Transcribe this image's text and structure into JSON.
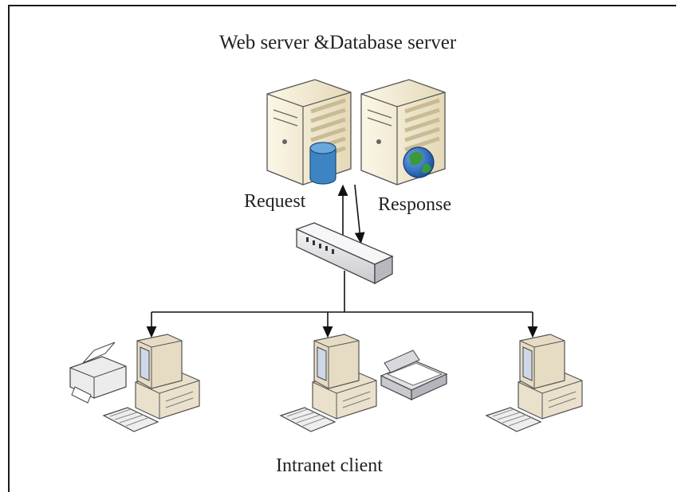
{
  "diagram": {
    "title": "Web server &Database server",
    "request_label": "Request",
    "response_label": "Response",
    "client_label": "Intranet client"
  },
  "colors": {
    "server_body": "#eee6cf",
    "server_side": "#d4c7a0",
    "database": "#3f84c2",
    "globe_land": "#3a9a3a",
    "globe_sea": "#1f5fb0",
    "switch_body": "#e8e8ea",
    "monitor_screen": "#cfd8e8",
    "line": "#111111"
  },
  "icons": {
    "database_server": "database-server-icon",
    "web_server": "web-server-icon",
    "network_switch": "network-switch-icon",
    "client_computer": "computer-icon",
    "printer": "printer-icon",
    "scanner": "scanner-icon",
    "keyboard": "keyboard-icon"
  }
}
